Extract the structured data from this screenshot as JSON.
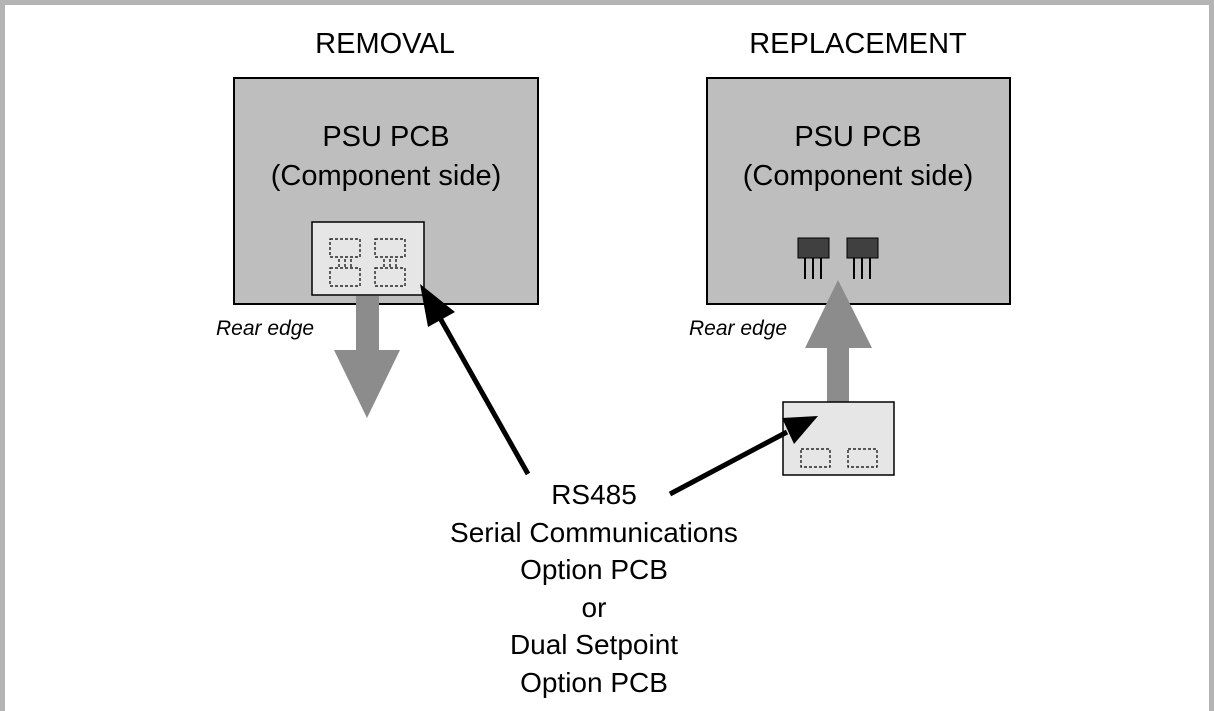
{
  "removal": {
    "heading": "REMOVAL",
    "board_line1": "PSU PCB",
    "board_line2": "(Component side)",
    "edge_label": "Rear edge"
  },
  "replacement": {
    "heading": "REPLACEMENT",
    "board_line1": "PSU PCB",
    "board_line2": "(Component side)",
    "edge_label": "Rear edge"
  },
  "caption": {
    "line1": "RS485",
    "line2": "Serial Communications",
    "line3": "Option PCB",
    "line4": "or",
    "line5": "Dual Setpoint",
    "line6": "Option PCB"
  },
  "colors": {
    "frame": "#b4b4b4",
    "board_fill": "#bebebe",
    "option_board_fill": "#e6e6e6",
    "transfer_arrow": "#8c8c8c",
    "pointer_arrow": "#000000",
    "component_body": "#404040"
  }
}
